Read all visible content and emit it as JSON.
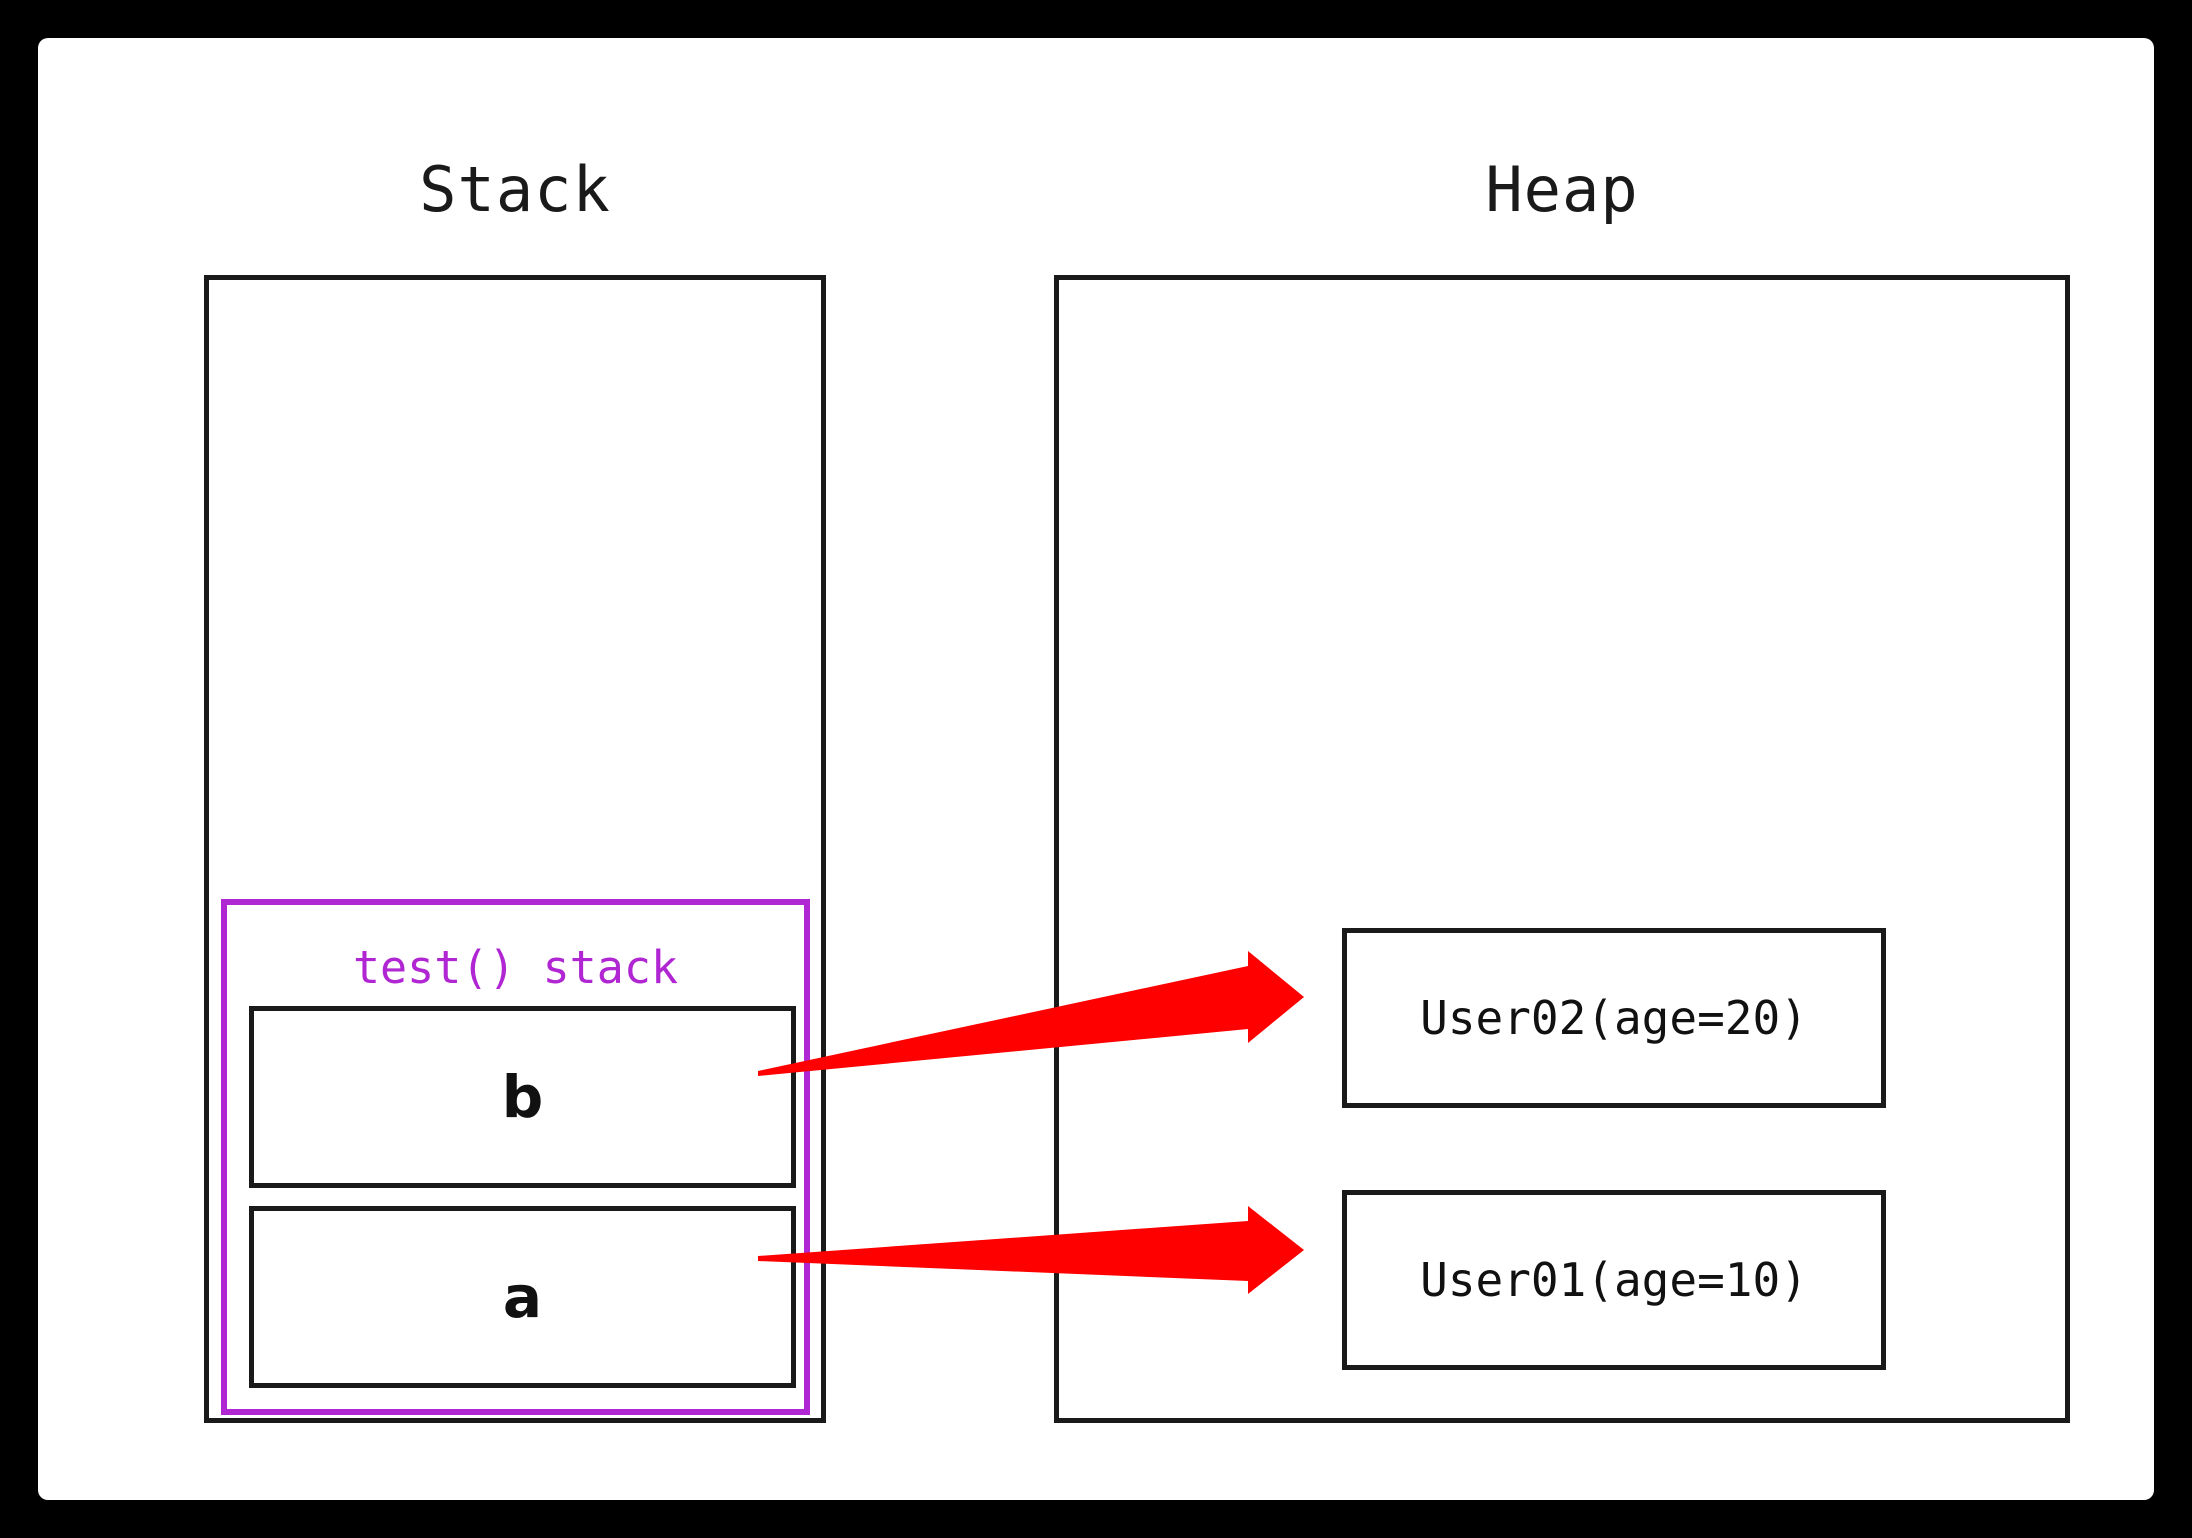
{
  "diagram": {
    "title": "Stack and Heap memory reference diagram",
    "background_color": "#000000",
    "page_color": "#ffffff",
    "colors": {
      "outline": "#1a1a1a",
      "frame_highlight": "#b026d3",
      "arrow": "#ff0000"
    }
  },
  "columns": {
    "stack": {
      "title": "Stack"
    },
    "heap": {
      "title": "Heap"
    }
  },
  "stack": {
    "frame": {
      "label": "test() stack",
      "color": "#b026d3"
    },
    "variables": [
      {
        "name": "b"
      },
      {
        "name": "a"
      }
    ]
  },
  "heap": {
    "objects": [
      {
        "label": "User02(age=20)"
      },
      {
        "label": "User01(age=10)"
      }
    ]
  },
  "arrows": [
    {
      "from": "b",
      "to": "User02(age=20)",
      "color": "#ff0000"
    },
    {
      "from": "a",
      "to": "User01(age=10)",
      "color": "#ff0000"
    }
  ]
}
